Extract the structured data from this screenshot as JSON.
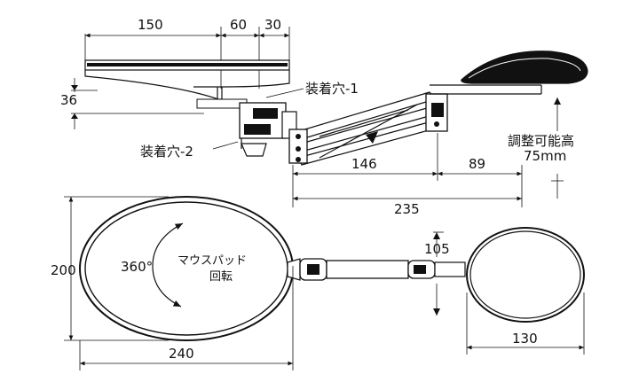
{
  "dimensions": {
    "top_width_150": "150",
    "top_width_60": "60",
    "top_width_30": "30",
    "height_36": "36",
    "arm_146": "146",
    "arm_89": "89",
    "arm_235": "235",
    "pad_height_200": "200",
    "pad_width_240": "240",
    "dim_105": "105",
    "rest_width_130": "130"
  },
  "labels": {
    "mount_hole_1": "装着穴-1",
    "mount_hole_2": "装着穴-2",
    "adjustable_height": "調整可能高",
    "adjustable_height_value": "75mm",
    "rotation_angle": "360°",
    "mouse_pad_rotation_line1": "マウスパッド",
    "mouse_pad_rotation_line2": "回転"
  },
  "colors": {
    "ink": "#111111",
    "paper": "#ffffff"
  }
}
